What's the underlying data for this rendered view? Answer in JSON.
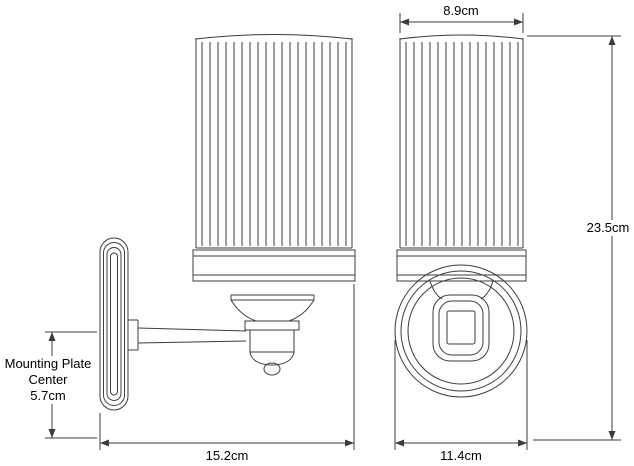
{
  "drawing": {
    "dimensions": {
      "shade_diameter": "8.9cm",
      "overall_height": "23.5cm",
      "projection": "15.2cm",
      "backplate_diameter": "11.4cm",
      "mounting_plate_center": {
        "label": "Mounting Plate Center",
        "value": "5.7cm"
      }
    },
    "colors": {
      "line": "#3c3c3c",
      "background": "#ffffff",
      "text": "#000000"
    }
  }
}
